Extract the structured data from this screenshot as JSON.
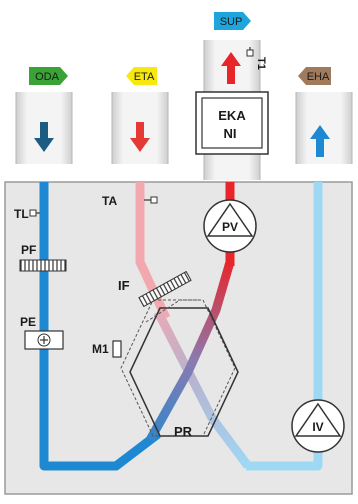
{
  "arrows_top": {
    "oda": {
      "label": "ODA",
      "color": "#3aa335"
    },
    "eta": {
      "label": "ETA",
      "color": "#f7e90e"
    },
    "sup": {
      "label": "SUP",
      "color": "#1ea5dc"
    },
    "eha": {
      "label": "EHA",
      "color": "#a07a5c"
    }
  },
  "sensor_t1": {
    "label": "T1",
    "orientation": "rotated"
  },
  "heater": {
    "line1": "EKA",
    "line2": "NI"
  },
  "labels": {
    "tl": "TL",
    "ta": "TA",
    "pf": "PF",
    "if": "IF",
    "pe": "PE",
    "m1": "M1",
    "pv": "PV",
    "pr": "PR",
    "iv": "IV"
  },
  "colors": {
    "outdoor_air": "#1e88d2",
    "extract_air": "#f3a8b0",
    "supply_air": "#e8262a",
    "exhaust_air": "#9fd8f5",
    "oda_down_arrow": "#1d5c82",
    "eta_down_arrow": "#e53935",
    "sup_up_arrow": "#e8262a",
    "eha_up_arrow": "#1e88d2",
    "unit_background": "#e7e7e7"
  }
}
